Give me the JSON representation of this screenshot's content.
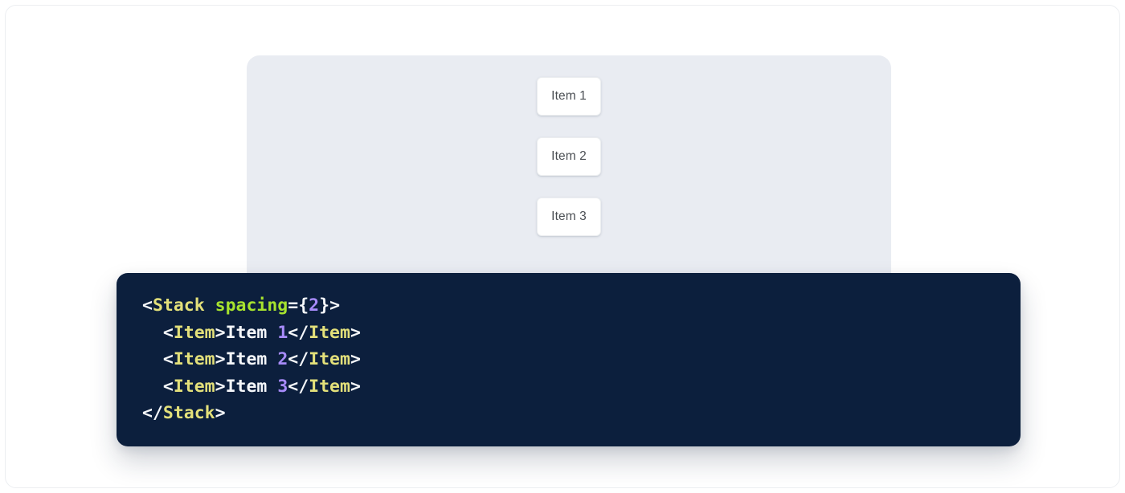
{
  "preview": {
    "panel_bg": "#e9ecf2",
    "items": [
      {
        "label": "Item 1"
      },
      {
        "label": "Item 2"
      },
      {
        "label": "Item 3"
      }
    ]
  },
  "code": {
    "panel_bg": "#0c1f3d",
    "language": "jsx",
    "colors": {
      "tag": "#e3e07a",
      "attribute": "#a6e22e",
      "number": "#a78bfa",
      "punctuation": "#f5f7fa",
      "text": "#f5f7fa"
    },
    "lines": [
      {
        "indent": "",
        "tokens": [
          {
            "t": "punc",
            "v": "<"
          },
          {
            "t": "tag",
            "v": "Stack"
          },
          {
            "t": "text",
            "v": " "
          },
          {
            "t": "attr",
            "v": "spacing"
          },
          {
            "t": "punc",
            "v": "="
          },
          {
            "t": "brace",
            "v": "{"
          },
          {
            "t": "num",
            "v": "2"
          },
          {
            "t": "brace",
            "v": "}"
          },
          {
            "t": "punc",
            "v": ">"
          }
        ]
      },
      {
        "indent": "  ",
        "tokens": [
          {
            "t": "punc",
            "v": "<"
          },
          {
            "t": "tag",
            "v": "Item"
          },
          {
            "t": "punc",
            "v": ">"
          },
          {
            "t": "text",
            "v": "Item "
          },
          {
            "t": "num",
            "v": "1"
          },
          {
            "t": "punc",
            "v": "</"
          },
          {
            "t": "tag",
            "v": "Item"
          },
          {
            "t": "punc",
            "v": ">"
          }
        ]
      },
      {
        "indent": "  ",
        "tokens": [
          {
            "t": "punc",
            "v": "<"
          },
          {
            "t": "tag",
            "v": "Item"
          },
          {
            "t": "punc",
            "v": ">"
          },
          {
            "t": "text",
            "v": "Item "
          },
          {
            "t": "num",
            "v": "2"
          },
          {
            "t": "punc",
            "v": "</"
          },
          {
            "t": "tag",
            "v": "Item"
          },
          {
            "t": "punc",
            "v": ">"
          }
        ]
      },
      {
        "indent": "  ",
        "tokens": [
          {
            "t": "punc",
            "v": "<"
          },
          {
            "t": "tag",
            "v": "Item"
          },
          {
            "t": "punc",
            "v": ">"
          },
          {
            "t": "text",
            "v": "Item "
          },
          {
            "t": "num",
            "v": "3"
          },
          {
            "t": "punc",
            "v": "</"
          },
          {
            "t": "tag",
            "v": "Item"
          },
          {
            "t": "punc",
            "v": ">"
          }
        ]
      },
      {
        "indent": "",
        "tokens": [
          {
            "t": "punc",
            "v": "</"
          },
          {
            "t": "tag",
            "v": "Stack"
          },
          {
            "t": "punc",
            "v": ">"
          }
        ]
      }
    ]
  }
}
